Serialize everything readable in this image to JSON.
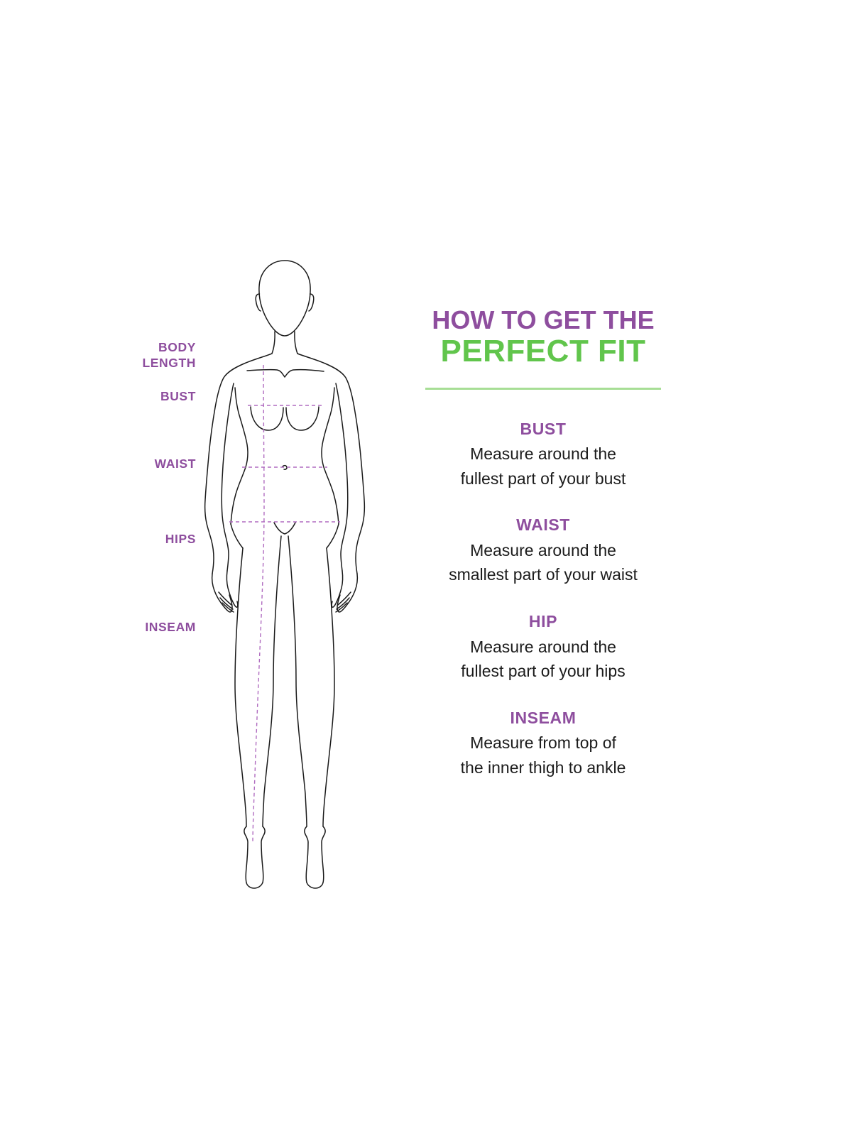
{
  "headline": {
    "line1": "HOW TO GET THE",
    "line2": "PERFECT FIT"
  },
  "colors": {
    "purple": "#8e4e9e",
    "green": "#61c54c",
    "divider_green": "#a7de95",
    "body_text": "#1c1c1c",
    "outline": "#1a1a1a",
    "dashed_line": "#b06cc0",
    "background": "#ffffff"
  },
  "figure_labels": [
    {
      "id": "body-length",
      "text": "BODY\nLENGTH"
    },
    {
      "id": "bust",
      "text": "BUST"
    },
    {
      "id": "waist",
      "text": "WAIST"
    },
    {
      "id": "hips",
      "text": "HIPS"
    },
    {
      "id": "inseam",
      "text": "INSEAM"
    }
  ],
  "sections": [
    {
      "title": "BUST",
      "body": "Measure around the\nfullest part of your bust"
    },
    {
      "title": "WAIST",
      "body": "Measure around the\nsmallest part of your waist"
    },
    {
      "title": "HIP",
      "body": "Measure around the\nfullest part of your hips"
    },
    {
      "title": "INSEAM",
      "body": "Measure from top of\nthe inner thigh to ankle"
    }
  ],
  "illustration": {
    "name": "female-croquis-body-measurement-diagram",
    "measurement_lines": [
      "body-length-vertical-dashed",
      "bust-horizontal-dashed",
      "waist-horizontal-dashed",
      "hips-horizontal-dashed",
      "inseam-vertical-dashed"
    ]
  }
}
